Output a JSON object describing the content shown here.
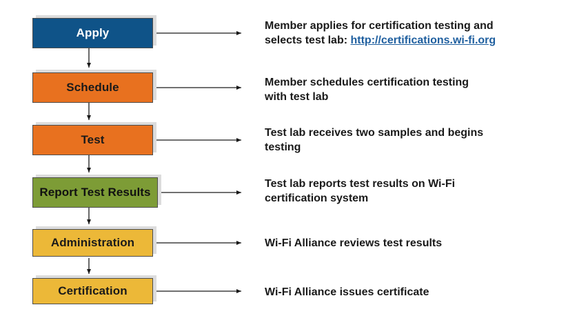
{
  "steps": [
    {
      "label": "Apply",
      "color": "#0f5388",
      "description_lines": [
        "Member applies for certification testing  and"
      ],
      "description_prefix": "selects test lab: ",
      "description_link": "http://certifications.wi-fi.org"
    },
    {
      "label": "Schedule",
      "color": "#e8711f",
      "description_lines": [
        "Member schedules certification testing",
        "with test lab"
      ]
    },
    {
      "label": "Test",
      "color": "#e8711f",
      "description_lines": [
        "Test lab receives two samples and begins",
        "testing"
      ]
    },
    {
      "label": "Report Test Results",
      "color": "#7d9c36",
      "description_lines": [
        "Test lab reports test results on Wi-Fi",
        "certification system"
      ]
    },
    {
      "label": "Administration",
      "color": "#ecb838",
      "description_lines": [
        "Wi-Fi Alliance reviews test results"
      ]
    },
    {
      "label": "Certification",
      "color": "#ecb838",
      "description_lines": [
        "Wi-Fi Alliance issues certificate"
      ]
    }
  ]
}
